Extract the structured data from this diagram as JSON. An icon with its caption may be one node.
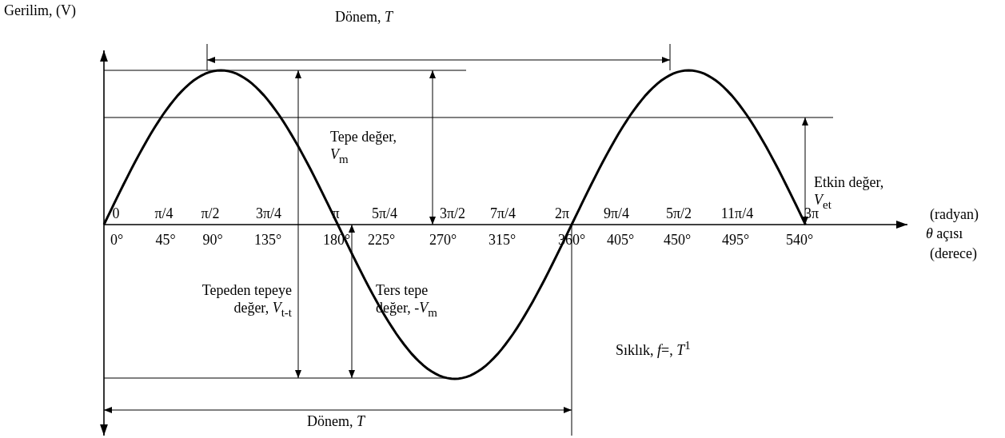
{
  "diagram": {
    "labels": [
      "Gerilim, (V)",
      "Dönem, *T*",
      "Tepe değer, *V*$_{m}$",
      "Etkin değer, *V*$_{et}$",
      "0",
      "π/4",
      "π/2",
      "3π/4",
      "π",
      "5π/4",
      "3π/2",
      "7π/4",
      "2π",
      "9π/4",
      "5π/2",
      "11π/4",
      "3π",
      "(radyan)",
      "0°",
      "45°",
      "90°",
      "135°",
      "180°",
      "225°",
      "270°",
      "315°",
      "360°",
      "405°",
      "450°",
      "495°",
      "540°",
      "*θ* açısı",
      "(derece)",
      "Tepeden tepeye değer, *V*$_{t-t}$",
      "Ters tepe değer, -*V*$_{m}$",
      "Sıklık, *f*=, *T*$^{1}$",
      "Dönem, *T*"
    ]
  }
}
